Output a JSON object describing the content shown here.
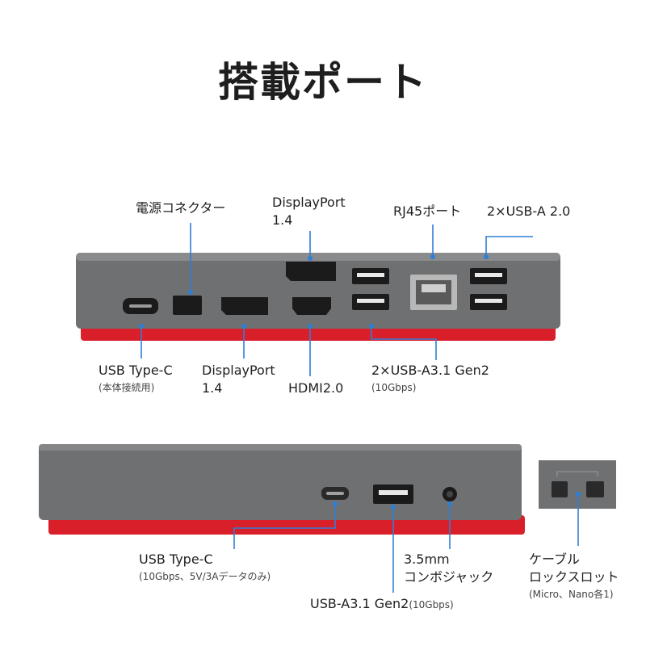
{
  "title": "搭載ポート",
  "colors": {
    "dock_body": "#6f7072",
    "dock_top": "#8a8b8d",
    "dock_base": "#d9202a",
    "leader_line": "#2f7fd6",
    "port": "#1b1b1b"
  },
  "front_labels": {
    "power_connector": "電源コネクター",
    "displayport_top_1": "DisplayPort",
    "displayport_top_2": "1.4",
    "rj45": "RJ45ポート",
    "usb_a20": "2×USB-A 2.0",
    "usb_c": "USB Type-C",
    "usb_c_note": "(本体接続用)",
    "displayport_bottom_1": "DisplayPort",
    "displayport_bottom_2": "1.4",
    "hdmi": "HDMI2.0",
    "usb_a31": "2×USB-A3.1 Gen2",
    "usb_a31_note": "(10Gbps)"
  },
  "side_labels": {
    "usb_c": "USB Type-C",
    "usb_c_note": "(10Gbps、5V/3Aデータのみ)",
    "audio_1": "3.5mm",
    "audio_2": "コンボジャック",
    "usb_a": "USB-A3.1 Gen2",
    "usb_a_note": "(10Gbps)",
    "lock_1": "ケーブル",
    "lock_2": "ロックスロット",
    "lock_note": "(Micro、Nano各1)"
  }
}
